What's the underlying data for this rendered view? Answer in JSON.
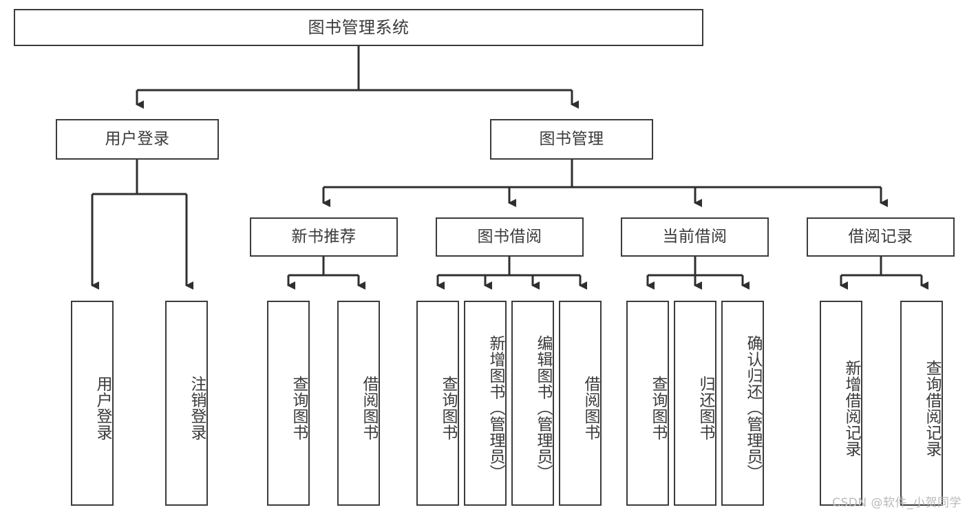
{
  "diagram": {
    "type": "tree",
    "title": "图书管理系统",
    "root": {
      "label": "图书管理系统"
    },
    "level1": [
      {
        "id": "user-login",
        "label": "用户登录"
      },
      {
        "id": "book-manage",
        "label": "图书管理"
      }
    ],
    "level2": [
      {
        "id": "new-book-recommend",
        "label": "新书推荐",
        "parent": "book-manage"
      },
      {
        "id": "book-borrow",
        "label": "图书借阅",
        "parent": "book-manage"
      },
      {
        "id": "current-borrow",
        "label": "当前借阅",
        "parent": "book-manage"
      },
      {
        "id": "borrow-record",
        "label": "借阅记录",
        "parent": "book-manage"
      }
    ],
    "leaves": {
      "user-login": [
        {
          "id": "leaf-user-login",
          "label": "用户登录"
        },
        {
          "id": "leaf-user-logout",
          "label": "注销登录"
        }
      ],
      "new-book-recommend": [
        {
          "id": "leaf-query-book-1",
          "label": "查询图书"
        },
        {
          "id": "leaf-borrow-book-1",
          "label": "借阅图书"
        }
      ],
      "book-borrow": [
        {
          "id": "leaf-query-book-2",
          "label": "查询图书"
        },
        {
          "id": "leaf-add-book",
          "label": "新增图书（管理员）"
        },
        {
          "id": "leaf-edit-book",
          "label": "编辑图书（管理员）"
        },
        {
          "id": "leaf-borrow-book-2",
          "label": "借阅图书"
        }
      ],
      "current-borrow": [
        {
          "id": "leaf-query-book-3",
          "label": "查询图书"
        },
        {
          "id": "leaf-return-book",
          "label": "归还图书"
        },
        {
          "id": "leaf-confirm-return",
          "label": "确认归还（管理员）"
        }
      ],
      "borrow-record": [
        {
          "id": "leaf-add-record",
          "label": "新增借阅记录"
        },
        {
          "id": "leaf-query-record",
          "label": "查询借阅记录"
        }
      ]
    }
  },
  "watermark": {
    "text": "CSDN @软件_小贺同学"
  },
  "colors": {
    "background": "#ffffff",
    "box_border": "#3b3b3b",
    "text": "#3a3a3a",
    "edge": "#2f2f2f",
    "watermark": "#b9b9b9"
  }
}
